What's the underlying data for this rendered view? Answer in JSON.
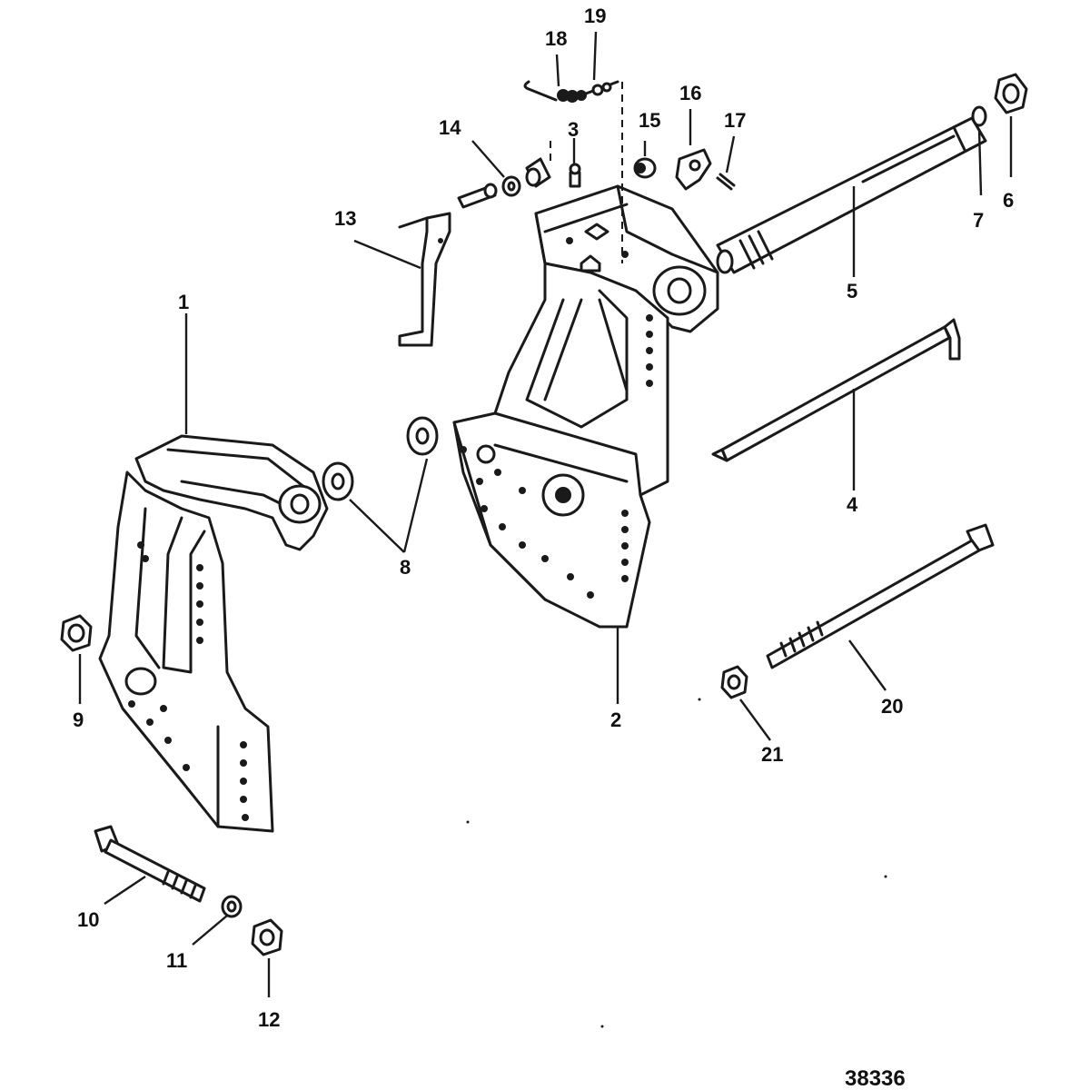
{
  "diagram": {
    "figure_number": "38336",
    "callouts": [
      {
        "id": "callout-1",
        "label": "1"
      },
      {
        "id": "callout-2",
        "label": "2"
      },
      {
        "id": "callout-3",
        "label": "3"
      },
      {
        "id": "callout-4",
        "label": "4"
      },
      {
        "id": "callout-5",
        "label": "5"
      },
      {
        "id": "callout-6",
        "label": "6"
      },
      {
        "id": "callout-7",
        "label": "7"
      },
      {
        "id": "callout-8",
        "label": "8"
      },
      {
        "id": "callout-9",
        "label": "9"
      },
      {
        "id": "callout-10",
        "label": "10"
      },
      {
        "id": "callout-11",
        "label": "11"
      },
      {
        "id": "callout-12",
        "label": "12"
      },
      {
        "id": "callout-13",
        "label": "13"
      },
      {
        "id": "callout-14",
        "label": "14"
      },
      {
        "id": "callout-15",
        "label": "15"
      },
      {
        "id": "callout-16",
        "label": "16"
      },
      {
        "id": "callout-17",
        "label": "17"
      },
      {
        "id": "callout-18",
        "label": "18"
      },
      {
        "id": "callout-19",
        "label": "19"
      },
      {
        "id": "callout-20",
        "label": "20"
      },
      {
        "id": "callout-21",
        "label": "21"
      }
    ]
  },
  "colors": {
    "line": "#1a1a1a",
    "background": "#ffffff"
  }
}
